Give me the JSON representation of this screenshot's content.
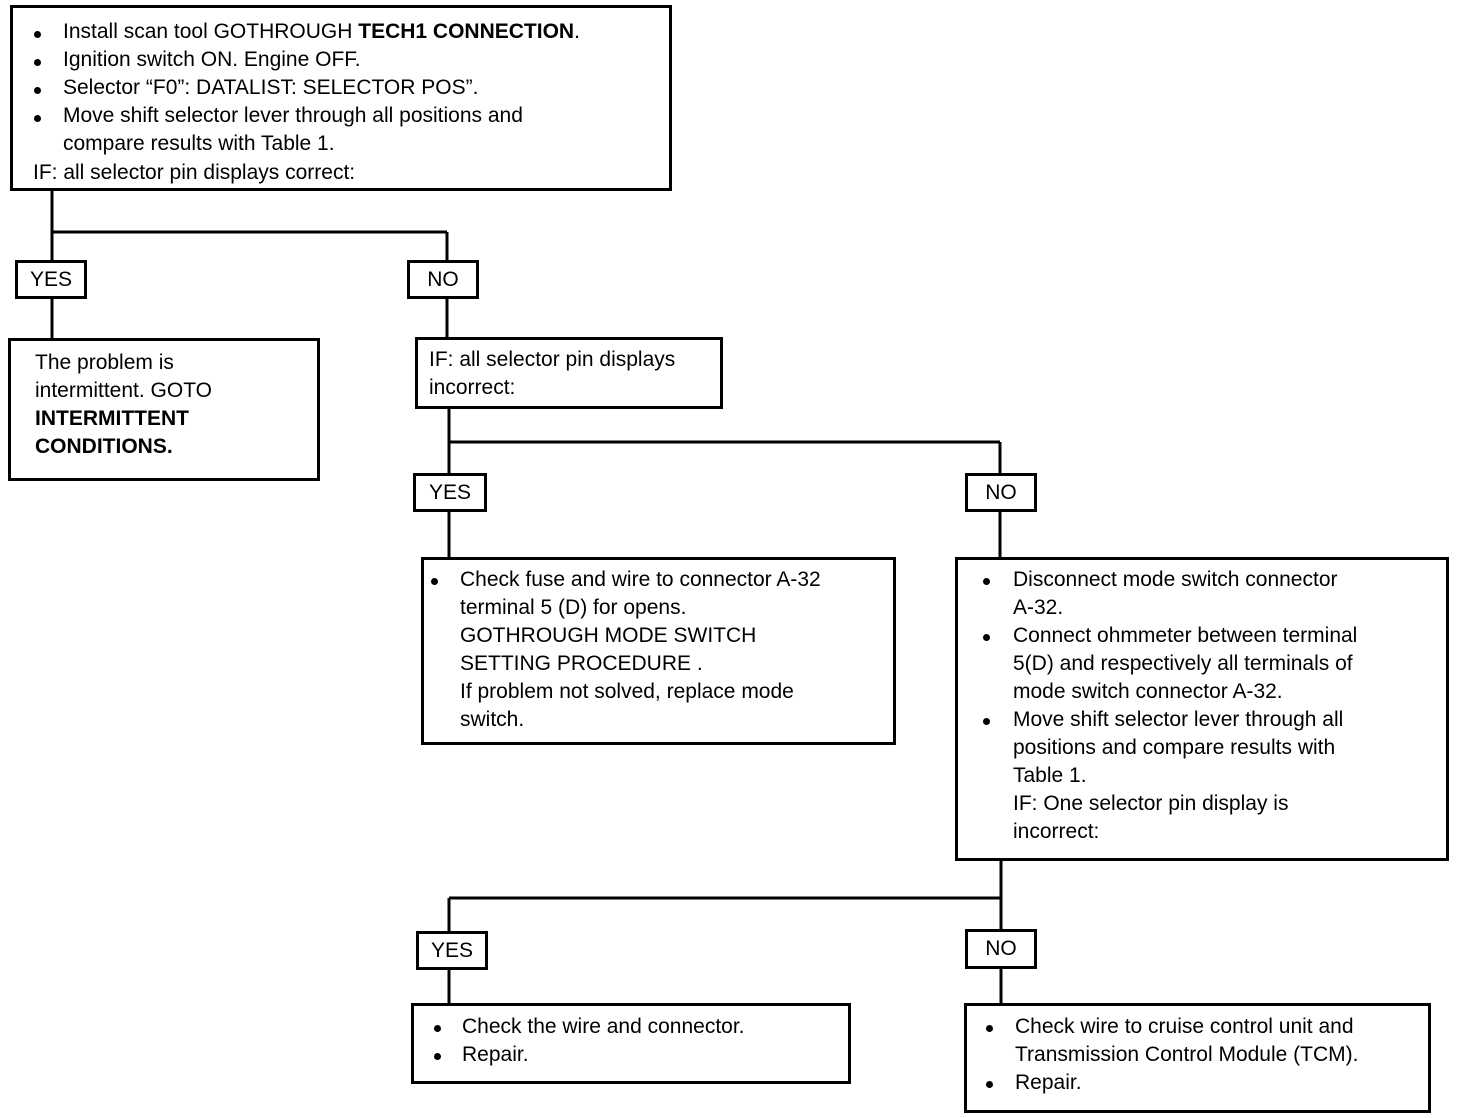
{
  "box1": {
    "bullets": [
      [
        "Install scan tool GOTHROUGH ",
        "TECH1 CONNECTION",
        "."
      ],
      [
        "Ignition switch ON.  Engine OFF."
      ],
      [
        "Selector “F0”: DATALIST: SELECTOR POS”."
      ],
      [
        "Move shift selector lever through all positions and"
      ],
      [
        "compare results with Table 1."
      ]
    ],
    "if_line": "IF:  all selector pin displays correct:"
  },
  "labels": {
    "yes1": "YES",
    "no1": "NO",
    "yes2": "YES",
    "no2": "NO",
    "yes3": "YES",
    "no3": "NO"
  },
  "box_intermittent": {
    "line1": "The problem is",
    "line2": "intermittent. GOTO",
    "bold1": "INTERMITTENT",
    "bold2": "CONDITIONS."
  },
  "box_if2": {
    "line1": "IF:  all selector pin displays",
    "line2": "incorrect:"
  },
  "box_fuse": {
    "lines": [
      "Check fuse and wire to connector A-32",
      "terminal 5 (D) for opens.",
      "GOTHROUGH MODE SWITCH",
      "SETTING PROCEDURE .",
      "If problem not solved, replace mode",
      "switch."
    ]
  },
  "box_disconnect": {
    "lines": [
      "Disconnect mode switch connector",
      "A-32.",
      "Connect ohmmeter between terminal",
      "5(D) and respectively all terminals of",
      "mode switch connector A-32.",
      "Move shift selector lever through all",
      "positions and compare results with",
      "Table 1.",
      "IF:  One selector pin display is",
      "incorrect:"
    ]
  },
  "box_wire": {
    "lines": [
      "Check the wire and connector.",
      "Repair."
    ]
  },
  "box_cruise": {
    "lines": [
      "Check wire to cruise control unit and",
      "Transmission Control Module (TCM).",
      "Repair."
    ]
  }
}
